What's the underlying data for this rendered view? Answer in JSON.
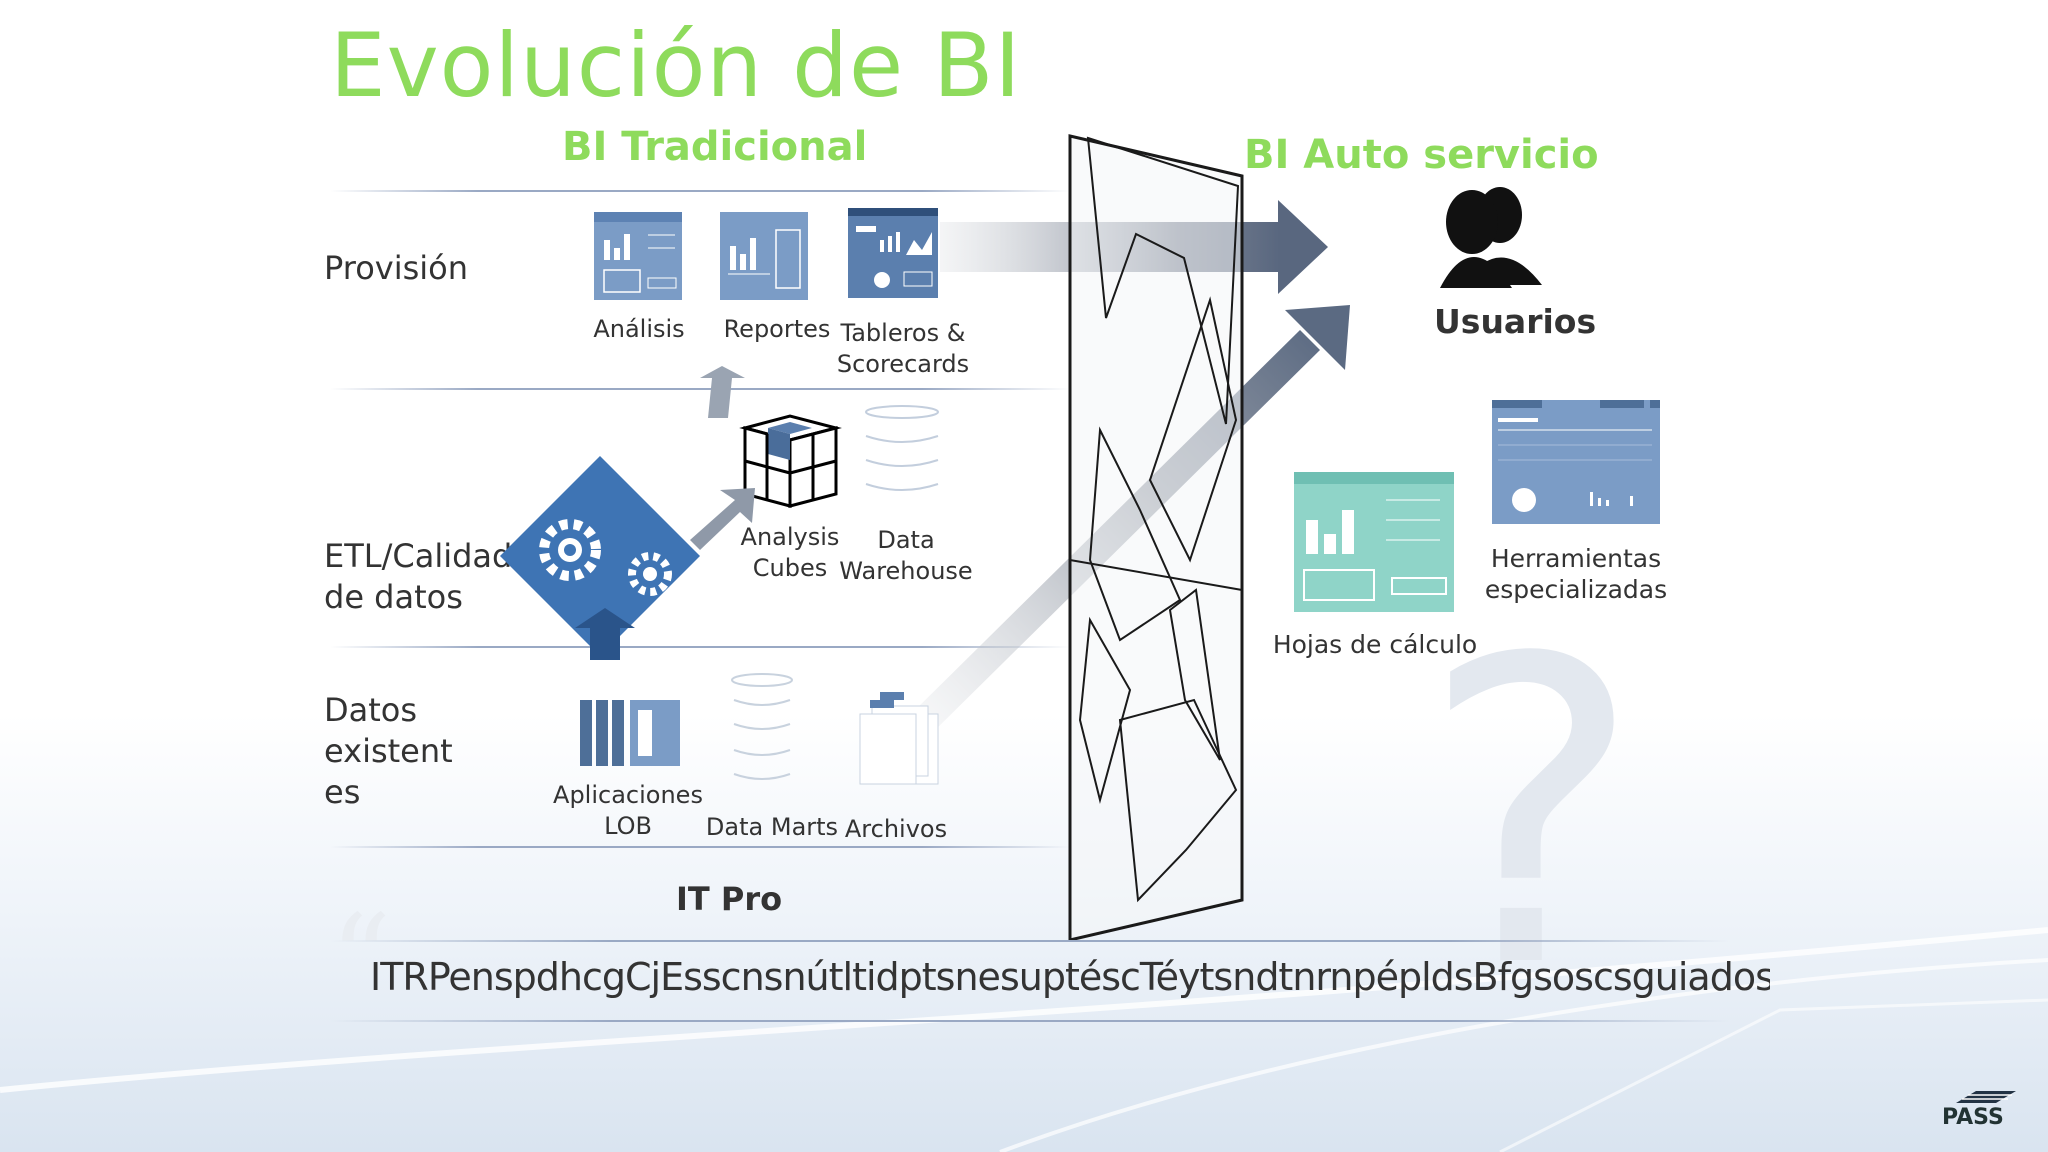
{
  "slide": {
    "title": "Evolución de BI",
    "headers": {
      "traditional": "BI Tradicional",
      "self_service": "BI Auto servicio"
    },
    "rows": {
      "provision": "Provisión",
      "etl_line1": "ETL/Calidad",
      "etl_line2": "de datos",
      "data_line1": "Datos",
      "data_line2": "existent",
      "data_line3": "es"
    },
    "provision_items": [
      {
        "label": "Análisis"
      },
      {
        "label": "Reportes"
      },
      {
        "label_line1": "Tableros &",
        "label_line2": "Scorecards"
      }
    ],
    "cube_label_line1": "Analysis",
    "cube_label_line2": "Cubes",
    "dw_label_line1": "Data",
    "dw_label_line2": "Warehouse",
    "source_items": {
      "lob_line1": "Aplicaciones",
      "lob_line2": "LOB",
      "marts": "Data Marts",
      "files": "Archivos"
    },
    "it_pro": "IT Pro",
    "users": "Usuarios",
    "tools": {
      "spreadsheets": "Hojas de cálculo",
      "specialized_line1": "Herramientas",
      "specialized_line2": "especializadas"
    },
    "bottom_text": "ITRPenspdhcgCjEsscnsnútltidptsnesuptéscTéytsndtnrnpépldsBfgsoscsguiadosB!...",
    "logo": "PASS"
  },
  "colors": {
    "accent_green": "#8edb5c",
    "icon_blue": "#6f93bf",
    "icon_teal": "#8fd4c8",
    "gear_blue": "#3e74b4"
  }
}
